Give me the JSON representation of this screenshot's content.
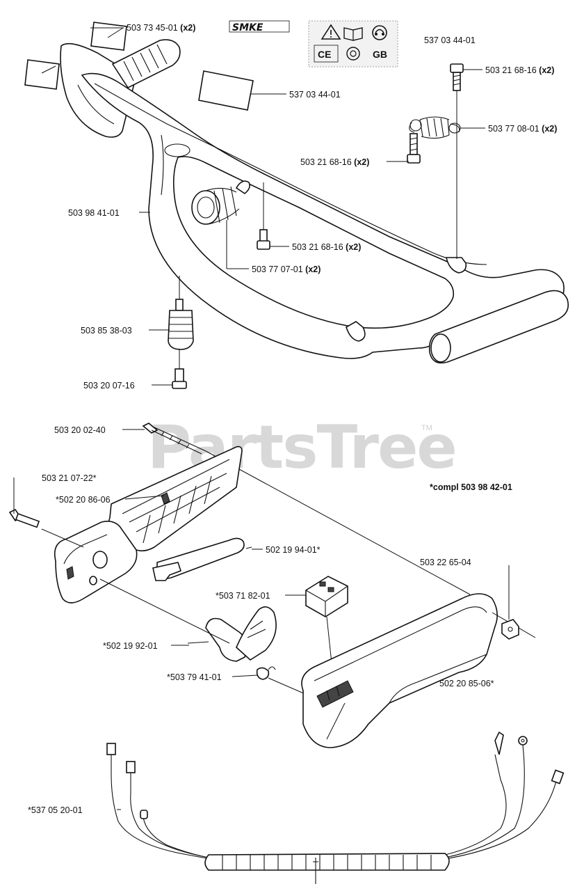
{
  "watermark": {
    "text": "PartsTree",
    "tm": "TM"
  },
  "brand_decal": "SMKE",
  "warning_symbols": [
    "warning-triangle-icon",
    "manual-book-icon",
    "ear-protection-icon",
    "ce-mark-icon",
    "circle-mark-icon",
    "gb-mark-icon"
  ],
  "warning_symbol_text": {
    "ce": "CE",
    "gb": "GB"
  },
  "labels": [
    {
      "id": "p1",
      "number": "503 73 45-01",
      "qty": "(x2)"
    },
    {
      "id": "p2",
      "number": "537 03 44-01",
      "qty": ""
    },
    {
      "id": "p3",
      "number": "537 03 44-01",
      "qty": ""
    },
    {
      "id": "p4",
      "number": "503 21 68-16",
      "qty": "(x2)"
    },
    {
      "id": "p5",
      "number": "503 77 08-01",
      "qty": "(x2)"
    },
    {
      "id": "p6",
      "number": "503 21 68-16",
      "qty": "(x2)"
    },
    {
      "id": "p7",
      "number": "503 98 41-01",
      "qty": ""
    },
    {
      "id": "p8",
      "number": "503 21 68-16",
      "qty": "(x2)"
    },
    {
      "id": "p9",
      "number": "503 77 07-01",
      "qty": "(x2)"
    },
    {
      "id": "p10",
      "number": "503 85 38-03",
      "qty": ""
    },
    {
      "id": "p11",
      "number": "503 20 07-16",
      "qty": ""
    },
    {
      "id": "p12",
      "number": "503 20 02-40",
      "qty": ""
    },
    {
      "id": "p13",
      "number": "503 21 07-22*",
      "qty": ""
    },
    {
      "id": "p14",
      "number": "*502 20 86-06",
      "qty": ""
    },
    {
      "id": "p15",
      "number": "*compl 503 98 42-01",
      "qty": ""
    },
    {
      "id": "p16",
      "number": "502 19 94-01*",
      "qty": ""
    },
    {
      "id": "p17",
      "number": "503 22 65-04",
      "qty": ""
    },
    {
      "id": "p18",
      "number": "*503 71 82-01",
      "qty": ""
    },
    {
      "id": "p19",
      "number": "*502 19 92-01",
      "qty": ""
    },
    {
      "id": "p20",
      "number": "*503 79 41-01",
      "qty": ""
    },
    {
      "id": "p21",
      "number": "502 20 85-06*",
      "qty": ""
    },
    {
      "id": "p22",
      "number": "*537 05 20-01",
      "qty": ""
    }
  ]
}
